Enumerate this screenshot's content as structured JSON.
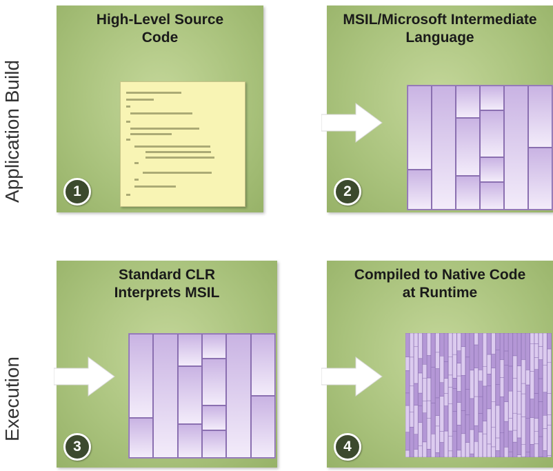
{
  "row_labels": {
    "top": "Application Build",
    "bottom": "Execution"
  },
  "panels": [
    {
      "title": "High-Level Source Code",
      "number": "1"
    },
    {
      "title": "MSIL/Microsoft Intermediate Language",
      "number": "2"
    },
    {
      "title": "Standard CLR Interprets MSIL",
      "number": "3"
    },
    {
      "title": "Compiled to Native Code at Runtime",
      "number": "4"
    }
  ],
  "colors": {
    "panel_green": "#a9c27c",
    "block_purple": "#c9b3e3",
    "badge_dark": "#3c4a2e"
  },
  "icons": [
    "right-arrow-icon",
    "code-document-icon",
    "number-badge-icon"
  ]
}
